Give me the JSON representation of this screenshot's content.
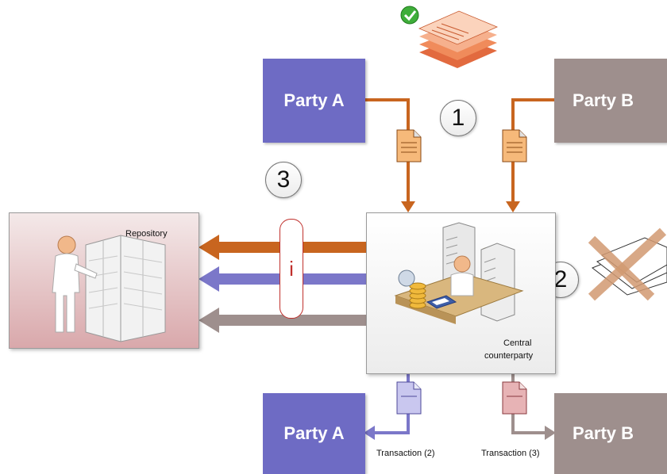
{
  "party_a_top": {
    "label": "Party A"
  },
  "party_b_top": {
    "label": "Party B"
  },
  "party_a_bottom": {
    "label": "Party A"
  },
  "party_b_bottom": {
    "label": "Party B"
  },
  "steps": {
    "one": "1",
    "two": "2",
    "three": "3"
  },
  "info": {
    "label": "i"
  },
  "repository": {
    "label": "Repository"
  },
  "ccp": {
    "line1": "Central",
    "line2": "counterparty"
  },
  "transactions": {
    "t2": "Transaction (2)",
    "t3": "Transaction (3)"
  },
  "colors": {
    "orange": "#c8651f",
    "purple": "#7b77c9",
    "taupe": "#9e8f8d"
  },
  "icons": [
    "checkmark-icon",
    "document-stack-icon",
    "document-icon",
    "crossed-documents-icon",
    "archivist-figure-icon",
    "clerk-figure-icon"
  ]
}
